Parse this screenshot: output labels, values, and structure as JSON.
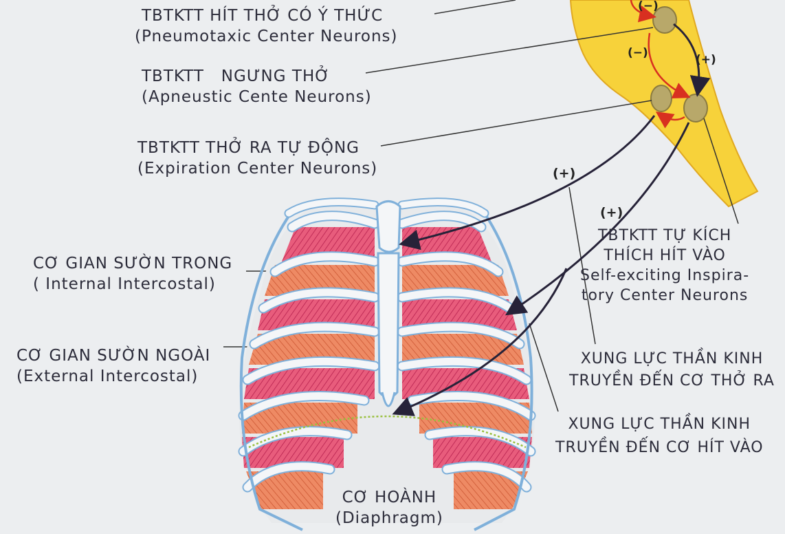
{
  "labels": {
    "pneumotaxic": {
      "vi": "TBTKTT HÍT THỞ CÓ Ý THỨC",
      "en": "(Pneumotaxic Center Neurons)"
    },
    "apneustic": {
      "vi": "TBTKTT   NGƯNG THỞ",
      "en": "(Apneustic Cente Neurons)"
    },
    "expiration": {
      "vi": "TBTKTT THỞ RA TỰ ĐỘNG",
      "en": "(Expiration Center Neurons)"
    },
    "internal": {
      "vi": "CƠ GIAN SƯỜN TRONG",
      "en": "( Internal Intercostal)"
    },
    "external": {
      "vi": "CƠ GIAN SƯỜN NGOÀI",
      "en": "(External Intercostal)"
    },
    "diaphragm": {
      "vi": "CƠ HOÀNH",
      "en": "(Diaphragm)"
    },
    "self_exciting": {
      "line1": "TBTKTT TỰ KÍCH",
      "line2": "THÍCH HÍT VÀO",
      "line3": "Self-exciting Inspira-",
      "line4": "tory Center Neurons"
    },
    "impulse_exp": {
      "line1": "XUNG LỰC THẦN KINH",
      "line2": "TRUYỀN ĐẾN CƠ THỞ RA"
    },
    "impulse_insp": {
      "line1": "XUNG LỰC THẦN KINH",
      "line2": "TRUYỀN ĐẾN CƠ HÍT VÀO"
    }
  },
  "signs": {
    "minus": "(−)",
    "plus": "(+)"
  },
  "colors": {
    "brainstem": "#f7d23a",
    "neuron": "#b8a86a",
    "muscle": "#e86a62",
    "rib": "#f4f6f8",
    "rib_edge": "#7fb0da",
    "arrow_red": "#d83020",
    "arrow_dark": "#262238"
  }
}
